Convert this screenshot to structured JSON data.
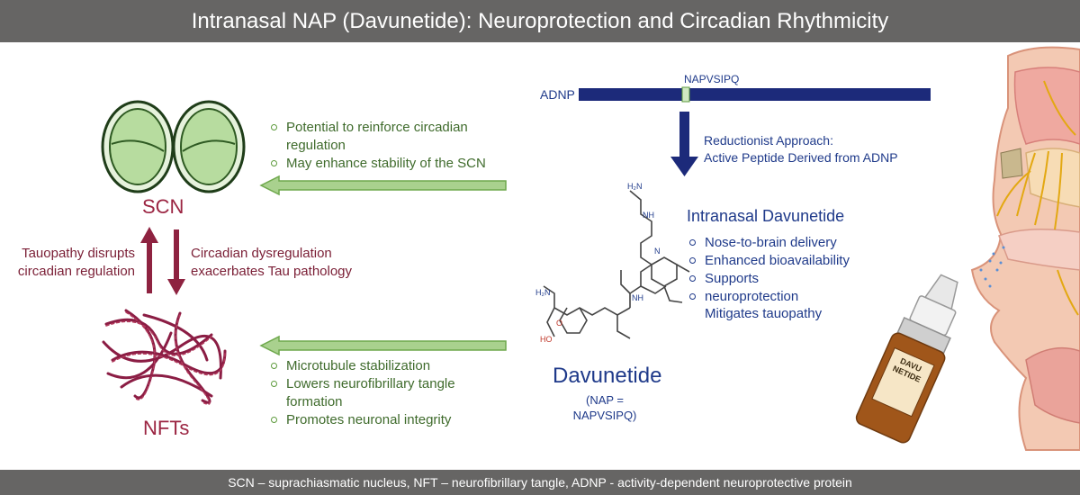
{
  "header": {
    "title": "Intranasal NAP (Davunetide): Neuroprotection and Circadian Rhythmicity"
  },
  "footer": {
    "text": "SCN – suprachiasmatic nucleus, NFT – neurofibrillary tangle, ADNP - activity-dependent neuroprotective protein"
  },
  "scn": {
    "label": "SCN"
  },
  "nfts": {
    "label": "NFTs"
  },
  "left_side": {
    "line1": "Tauopathy disrupts",
    "line2": "circadian regulation"
  },
  "right_side": {
    "line1": "Circadian dysregulation",
    "line2": "exacerbates Tau pathology"
  },
  "scn_bullets": [
    {
      "line1": "Potential to reinforce circadian",
      "line2": "regulation"
    },
    {
      "line1": "May enhance stability of the SCN"
    }
  ],
  "nft_bullets": [
    {
      "line1": "Microtubule stabilization"
    },
    {
      "line1": "Lowers neurofibrillary tangle",
      "line2": "formation"
    },
    {
      "line1": "Promotes neuronal integrity"
    }
  ],
  "adnp": {
    "label": "ADNP",
    "segment_label": "NAPVSIPQ"
  },
  "reductionist": {
    "line1": "Reductionist Approach:",
    "line2": "Active Peptide Derived from ADNP"
  },
  "intranasal": {
    "title": "Intranasal Davunetide",
    "bullets": [
      "Nose-to-brain delivery",
      "Enhanced bioavailability",
      "Supports",
      "neuroprotection"
    ],
    "extra_line": "Mitigates tauopathy"
  },
  "davunetide": {
    "label": "Davunetide",
    "sub_line1": "(NAP =",
    "sub_line2": "NAPVSIPQ)"
  },
  "molecule": {
    "n1": "NH",
    "n2": "N",
    "n3": "NH",
    "o1": "O",
    "h2n": "H₂N",
    "ho": "HO"
  },
  "bottle": {
    "label_line1": "DAVU",
    "label_line2": "NETIDE"
  },
  "colors": {
    "green_arrow": "#a9d18e",
    "green_arrow_border": "#6fa84d",
    "maroon": "#8e2240",
    "navy": "#1c2a7a",
    "header_bar": "#666564"
  }
}
